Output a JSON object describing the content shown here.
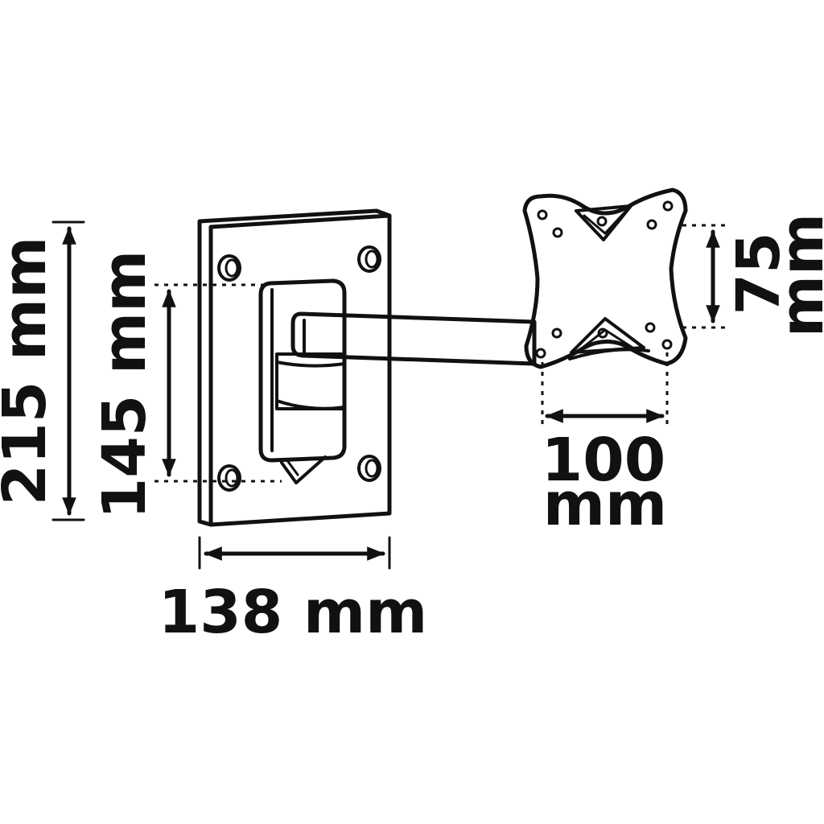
{
  "dimensions": {
    "plate_height": "215 mm",
    "hole_spacing_vertical": "145 mm",
    "plate_width": "138 mm",
    "vesa_width_value": "100",
    "vesa_width_unit": "mm",
    "vesa_height_value": "75",
    "vesa_height_unit": "mm"
  },
  "colors": {
    "ink": "#111111",
    "background": "#ffffff"
  }
}
